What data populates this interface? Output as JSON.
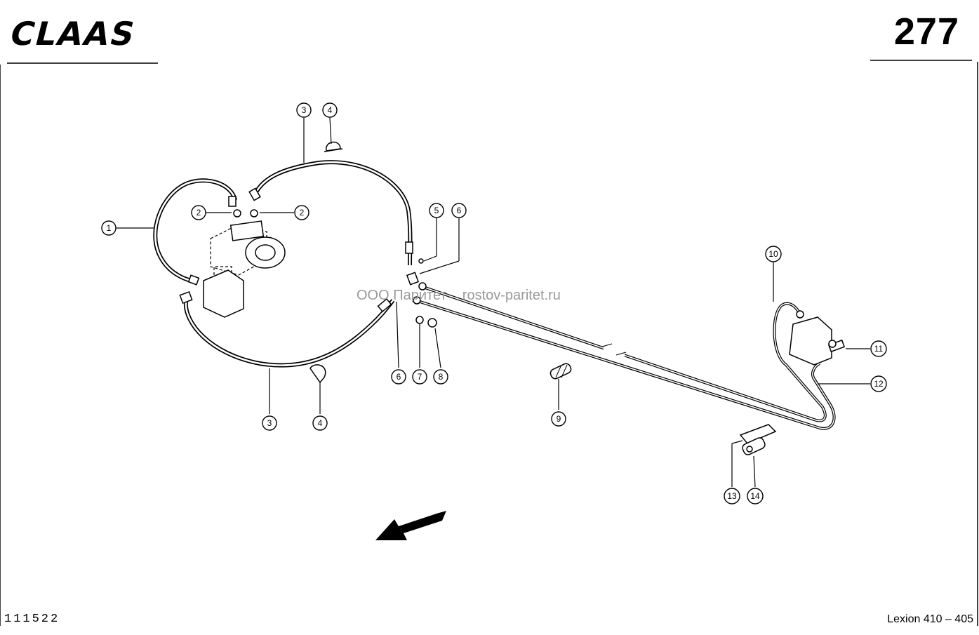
{
  "header": {
    "brand_logo": "CLAAS",
    "page_number": "277"
  },
  "footer": {
    "drawing_number": "111522",
    "model": "Lexion 410 – 405"
  },
  "watermark": "ООО Паритет    rostov-paritet.ru",
  "callouts": [
    {
      "id": "c1",
      "label": "1"
    },
    {
      "id": "c2a",
      "label": "2"
    },
    {
      "id": "c2b",
      "label": "2"
    },
    {
      "id": "c3a",
      "label": "3"
    },
    {
      "id": "c4a",
      "label": "4"
    },
    {
      "id": "c5",
      "label": "5"
    },
    {
      "id": "c6a",
      "label": "6"
    },
    {
      "id": "c6b",
      "label": "6"
    },
    {
      "id": "c7",
      "label": "7"
    },
    {
      "id": "c8",
      "label": "8"
    },
    {
      "id": "c3b",
      "label": "3"
    },
    {
      "id": "c4b",
      "label": "4"
    },
    {
      "id": "c9",
      "label": "9"
    },
    {
      "id": "c10",
      "label": "10"
    },
    {
      "id": "c11",
      "label": "11"
    },
    {
      "id": "c12",
      "label": "12"
    },
    {
      "id": "c13",
      "label": "13"
    },
    {
      "id": "c14",
      "label": "14"
    }
  ],
  "icons": {
    "direction_arrow": "arrow-down-left-icon"
  }
}
